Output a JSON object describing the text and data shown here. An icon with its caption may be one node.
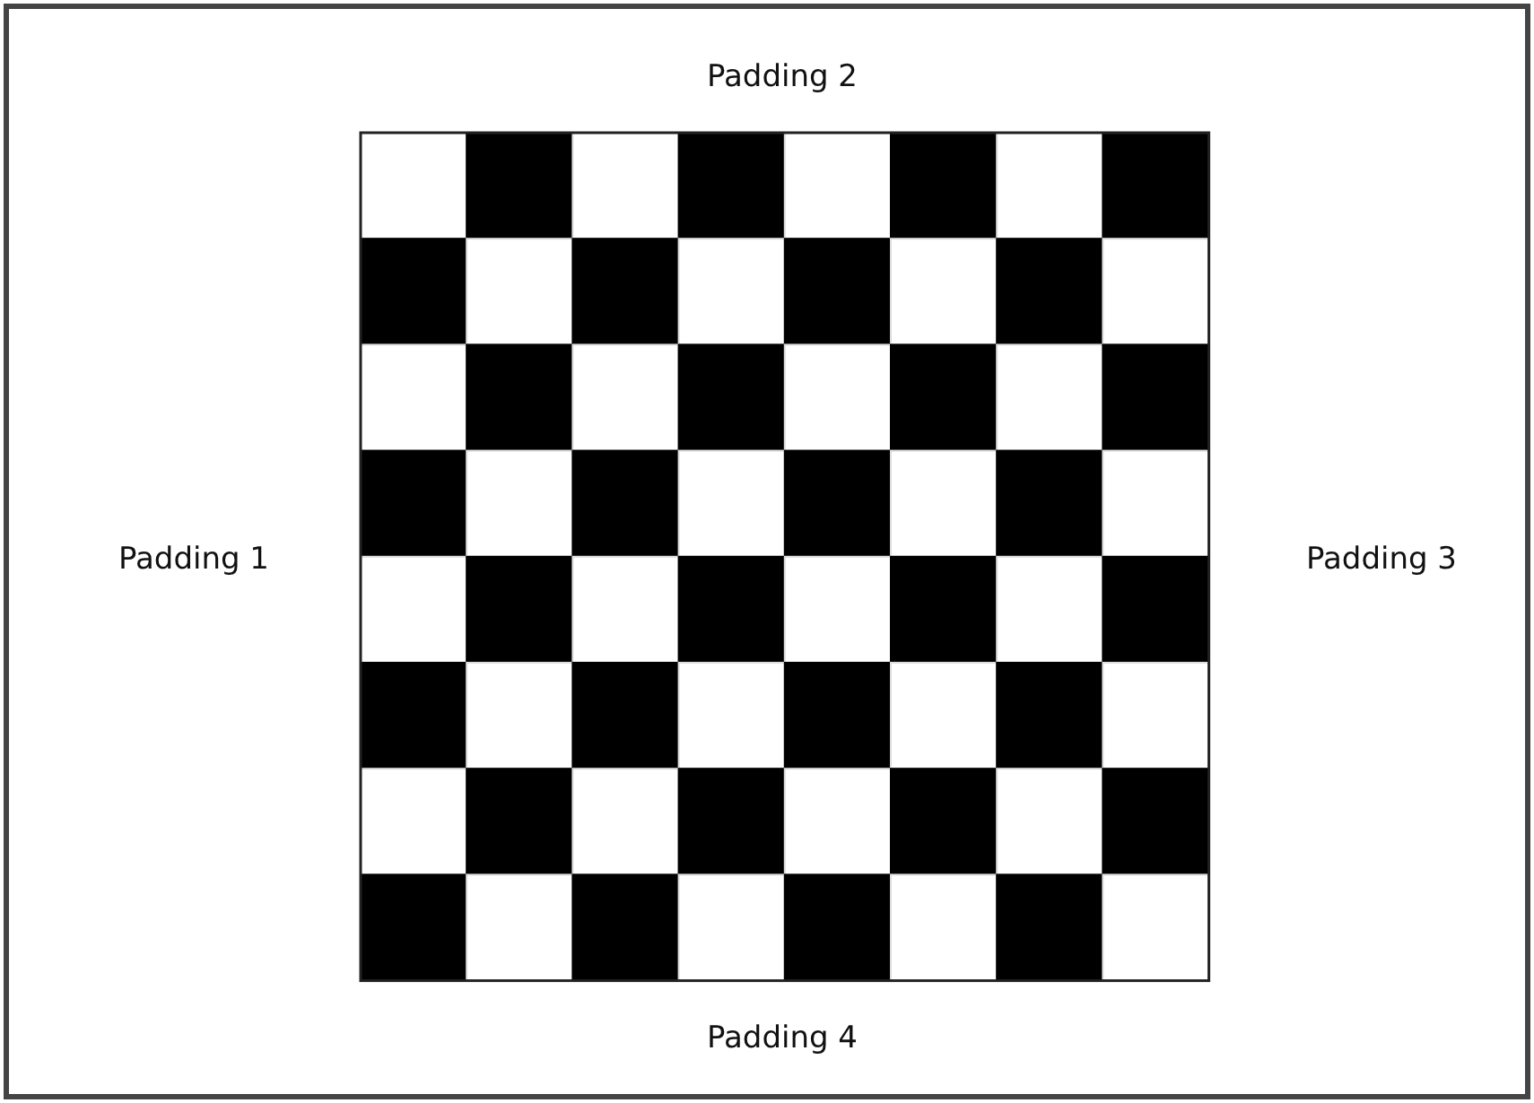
{
  "diagram": {
    "labels": [
      "Padding 2",
      "Padding 1",
      "Padding 3",
      "Padding 4"
    ]
  }
}
